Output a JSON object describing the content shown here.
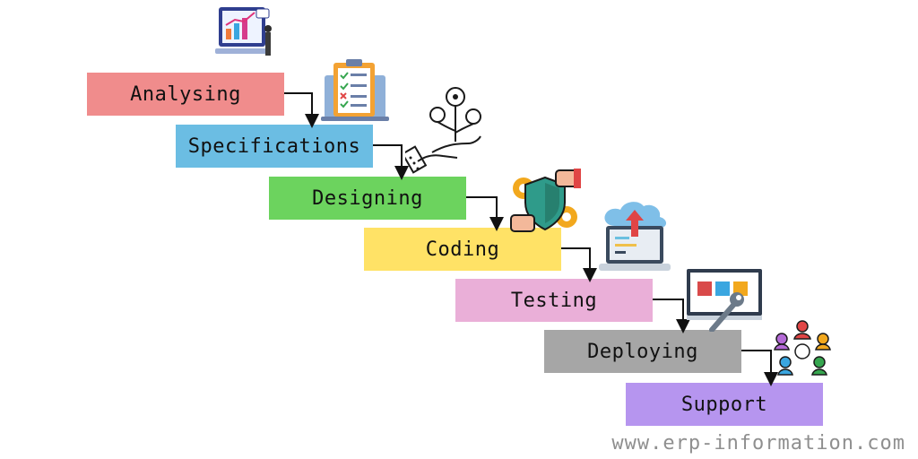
{
  "steps": [
    {
      "label": "Analysing",
      "color": "#f08c8c"
    },
    {
      "label": "Specifications",
      "color": "#6bbde3"
    },
    {
      "label": "Designing",
      "color": "#6cd35e"
    },
    {
      "label": "Coding",
      "color": "#ffe266"
    },
    {
      "label": "Testing",
      "color": "#eaafd8"
    },
    {
      "label": "Deploying",
      "color": "#a6a6a6"
    },
    {
      "label": "Support",
      "color": "#b695ef"
    }
  ],
  "icons": [
    "analytics-dashboard-icon",
    "clipboard-checklist-icon",
    "hand-growth-plant-icon",
    "shield-gears-icon",
    "cloud-upload-laptop-icon",
    "monitor-wrench-icon",
    "team-support-circle-icon"
  ],
  "footer": {
    "website": "www.erp-information.com"
  }
}
